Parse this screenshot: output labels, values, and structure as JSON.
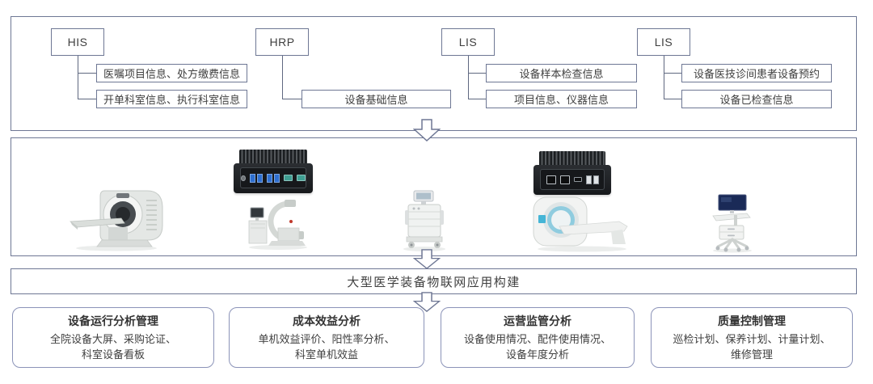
{
  "colors": {
    "panel_border": "#6e7794",
    "connector": "#5f6880",
    "module_border": "#8b93b8",
    "text": "#3f3f3f",
    "heading_text": "#333333",
    "arrow_fill": "#ffffff",
    "gateway_body": "#202327",
    "usb_port_blue": "#2e6fd0",
    "serial_port_teal": "#3f9e92",
    "monitor_navy": "#1a2a57",
    "mri_bore_blue": "#8fccdf"
  },
  "sources": {
    "groups": [
      {
        "label": "HIS",
        "items": [
          "医嘱项目信息、处方缴费信息",
          "开单科室信息、执行科室信息"
        ]
      },
      {
        "label": "HRP",
        "items": [
          "设备基础信息"
        ]
      },
      {
        "label": "LIS",
        "items": [
          "设备样本检查信息",
          "项目信息、仪器信息"
        ]
      },
      {
        "label": "LIS",
        "items": [
          "设备医技诊间患者设备预约",
          "设备已检查信息"
        ]
      }
    ]
  },
  "equipment": {
    "items": [
      {
        "name": "ct-scanner"
      },
      {
        "name": "iot-gateway-usb-front"
      },
      {
        "name": "c-arm-machine"
      },
      {
        "name": "medical-device-cart"
      },
      {
        "name": "iot-gateway-lan-front"
      },
      {
        "name": "mri-scanner"
      },
      {
        "name": "mobile-workstation-cart"
      }
    ]
  },
  "banner": {
    "label": "大型医学装备物联网应用构建"
  },
  "modules": [
    {
      "title": "设备运行分析管理",
      "lines": [
        "全院设备大屏、采购论证、",
        "科室设备看板"
      ]
    },
    {
      "title": "成本效益分析",
      "lines": [
        "单机效益评价、阳性率分析、",
        "科室单机效益"
      ]
    },
    {
      "title": "运营监管分析",
      "lines": [
        "设备使用情况、配件使用情况、",
        "设备年度分析"
      ]
    },
    {
      "title": "质量控制管理",
      "lines": [
        "巡检计划、保养计划、计量计划、",
        "维修管理"
      ]
    }
  ]
}
